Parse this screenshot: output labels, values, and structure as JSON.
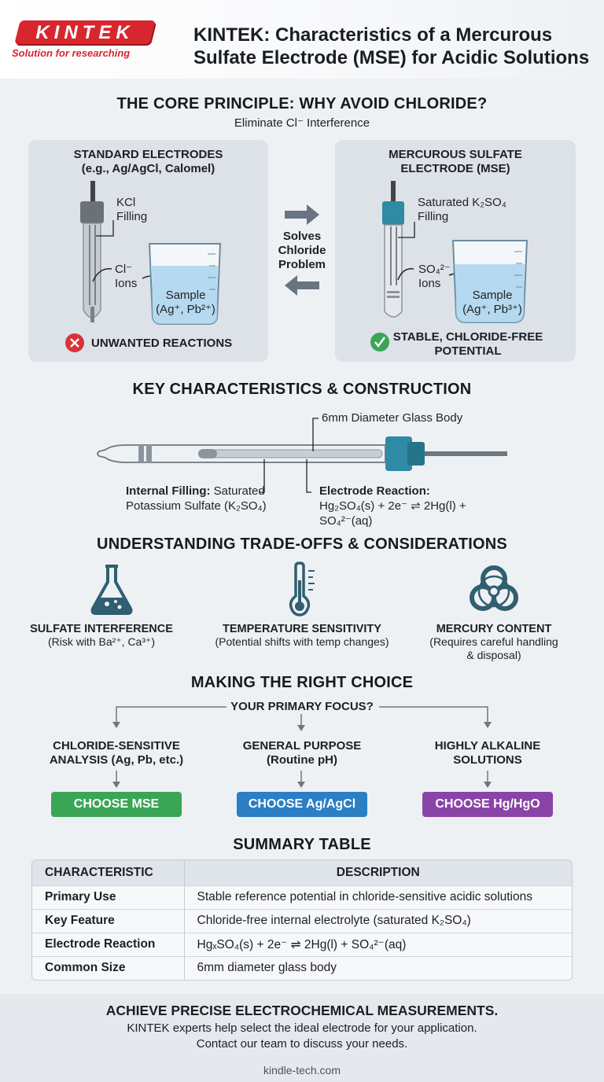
{
  "header": {
    "brand": "KINTEK",
    "tagline": "Solution for researching",
    "title": "KINTEK: Characteristics of a Mercurous Sulfate Electrode (MSE) for Acidic Solutions"
  },
  "core": {
    "title": "THE CORE PRINCIPLE: WHY AVOID CHLORIDE?",
    "subtitle": "Eliminate Cl⁻ Interference",
    "left": {
      "title_line1": "STANDARD ELECTRODES",
      "title_line2": "(e.g., Ag/AgCl, Calomel)",
      "filling_line1": "KCl",
      "filling_line2": "Filling",
      "ions_line1": "Cl⁻",
      "ions_line2": "Ions",
      "sample_line1": "Sample",
      "sample_line2": "(Ag⁺, Pb²⁺)",
      "result": "UNWANTED REACTIONS"
    },
    "middle": {
      "line1": "Solves",
      "line2": "Chloride",
      "line3": "Problem"
    },
    "right": {
      "title_line1": "MERCUROUS SULFATE",
      "title_line2": "ELECTRODE (MSE)",
      "filling_line1": "Saturated K₂SO₄",
      "filling_line2": "Filling",
      "ions_line1": "SO₄²⁻",
      "ions_line2": "Ions",
      "sample_line1": "Sample",
      "sample_line2": "(Ag⁺, Pb³⁺)",
      "result_line1": "STABLE, CHLORIDE-FREE",
      "result_line2": "POTENTIAL"
    },
    "colors": {
      "bad": "#d8323a",
      "good": "#3aa655"
    }
  },
  "construction": {
    "title": "KEY CHARACTERISTICS & CONSTRUCTION",
    "body_label": "6mm Diameter Glass Body",
    "filling_bold": "Internal Filling:",
    "filling_rest": " Saturated",
    "filling_line2": "Potassium Sulfate (K₂SO₄)",
    "reaction_bold": "Electrode Reaction:",
    "reaction_eq": "Hg₂SO₄(s) + 2e⁻ ⇌ 2Hg(l) + SO₄²⁻(aq)",
    "cap_color": "#2f8aa3"
  },
  "tradeoffs": {
    "title": "UNDERSTANDING TRADE-OFFS & CONSIDERATIONS",
    "items": [
      {
        "icon": "flask-icon",
        "title": "SULFATE INTERFERENCE",
        "line1": "(Risk with Ba²⁺, Ca³⁺)",
        "line2": ""
      },
      {
        "icon": "thermometer-icon",
        "title": "TEMPERATURE SENSITIVITY",
        "line1": "(Potential shifts with temp changes)",
        "line2": ""
      },
      {
        "icon": "biohazard-icon",
        "title": "MERCURY CONTENT",
        "line1": "(Requires careful handling",
        "line2": "& disposal)"
      }
    ],
    "icon_color": "#2f5f70"
  },
  "choice": {
    "title": "MAKING THE RIGHT CHOICE",
    "question": "YOUR PRIMARY FOCUS?",
    "options": [
      {
        "line1": "CHLORIDE-SENSITIVE",
        "line2": "ANALYSIS (Ag, Pb, etc.)",
        "button": "CHOOSE MSE",
        "color": "#3aa655"
      },
      {
        "line1": "GENERAL PURPOSE",
        "line2": "(Routine pH)",
        "button": "CHOOSE Ag/AgCl",
        "color": "#2b7fc4"
      },
      {
        "line1": "HIGHLY ALKALINE",
        "line2": "SOLUTIONS",
        "button": "CHOOSE Hg/HgO",
        "color": "#8a44a8"
      }
    ]
  },
  "summary": {
    "title": "SUMMARY TABLE",
    "headers": [
      "CHARACTERISTIC",
      "DESCRIPTION"
    ],
    "rows": [
      [
        "Primary Use",
        "Stable reference potential in chloride-sensitive acidic solutions"
      ],
      [
        "Key Feature",
        "Chloride-free internal electrolyte (saturated K₂SO₄)"
      ],
      [
        "Electrode Reaction",
        "HgₓSO₄(s) + 2e⁻ ⇌ 2Hg(l) + SO₄²⁻(aq)"
      ],
      [
        "Common Size",
        "6mm diameter glass body"
      ]
    ]
  },
  "footer": {
    "headline": "ACHIEVE PRECISE ELECTROCHEMICAL MEASUREMENTS.",
    "line1": "KINTEK experts help select the ideal electrode for your application.",
    "line2": "Contact our team to discuss your needs.",
    "url": "kindle-tech.com"
  }
}
